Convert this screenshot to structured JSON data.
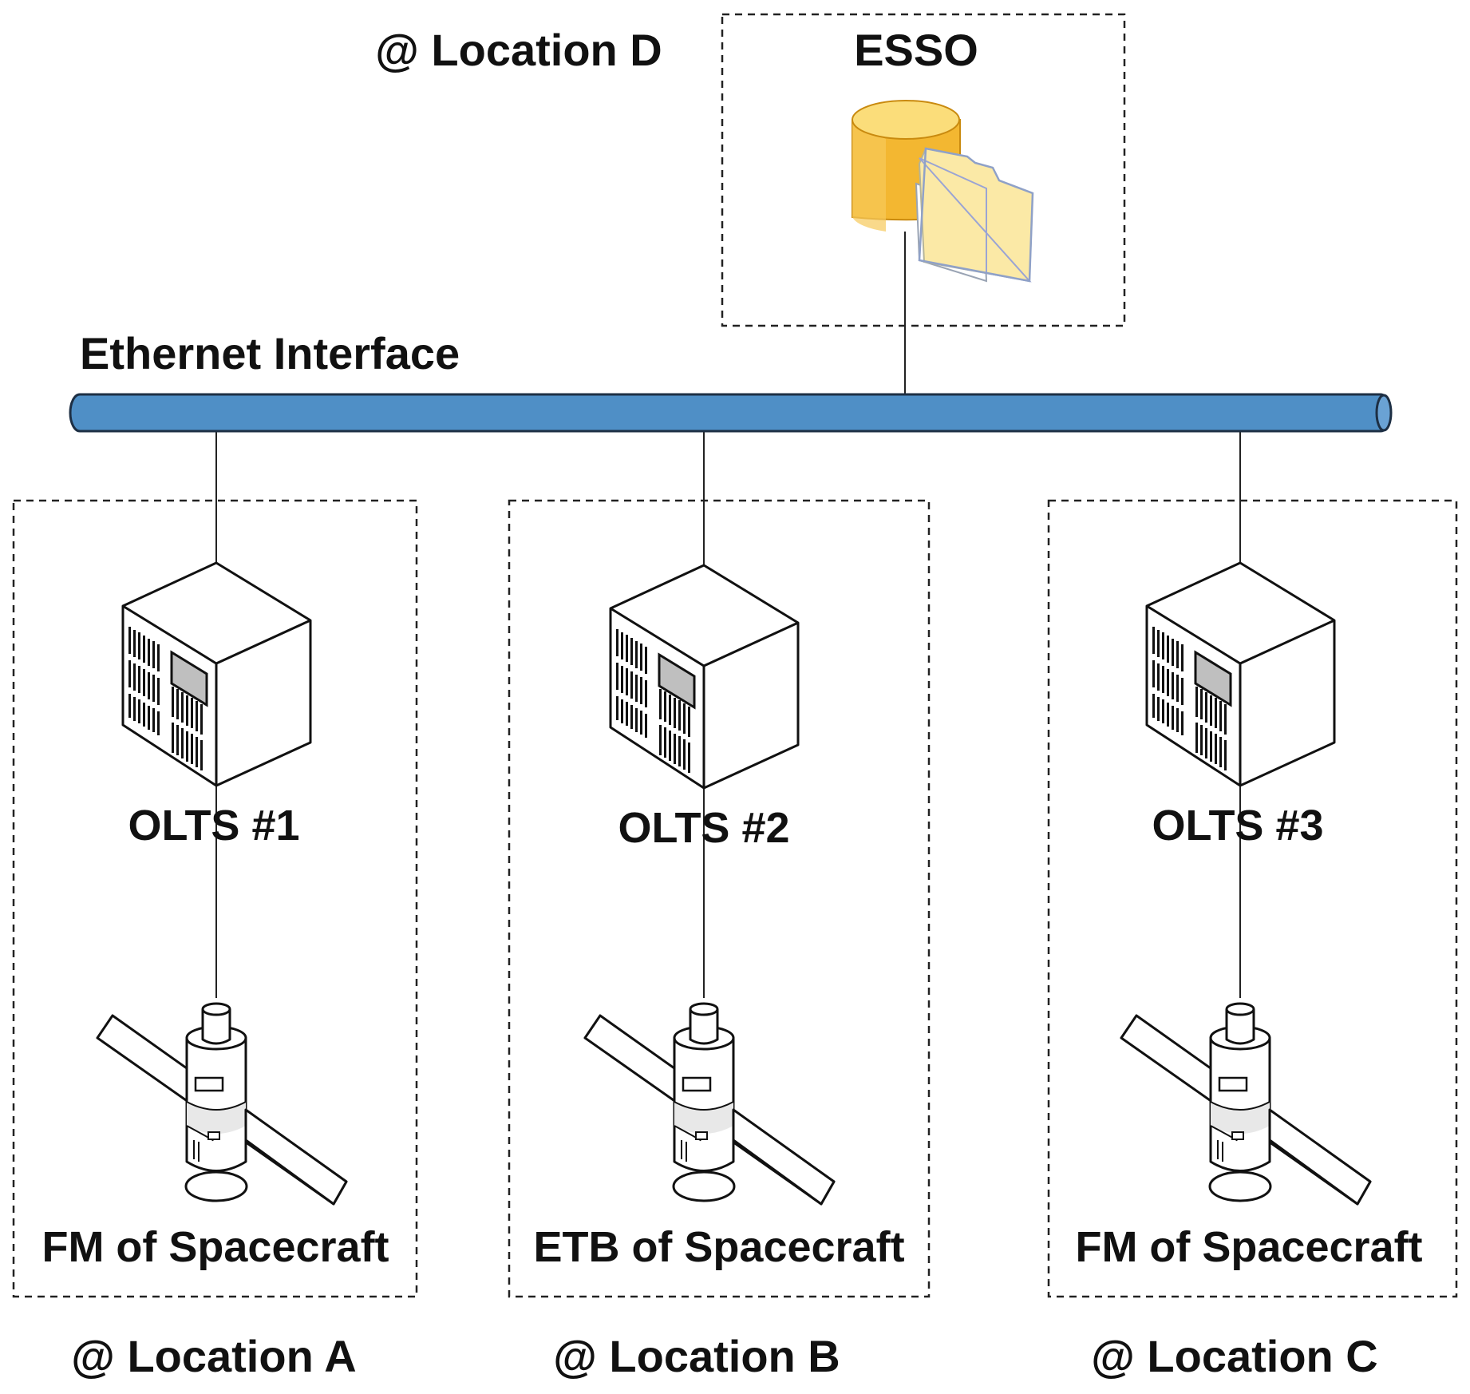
{
  "labels": {
    "location_d": "@ Location D",
    "esso": "ESSO",
    "ethernet": "Ethernet Interface",
    "location_a": "@ Location A",
    "location_b": "@ Location B",
    "location_c": "@ Location C"
  },
  "nodes": [
    {
      "olts": "OLTS #1",
      "spacecraft": "FM of Spacecraft"
    },
    {
      "olts": "OLTS #2",
      "spacecraft": "ETB of Spacecraft"
    },
    {
      "olts": "OLTS #3",
      "spacecraft": "FM of Spacecraft"
    }
  ],
  "colors": {
    "bus": "#4f8fc6",
    "database": "#f3b731",
    "folder": "#fbe9a6"
  },
  "icons": {
    "esso": "database-with-folder-icon",
    "olts": "server-tower-icon",
    "spacecraft": "satellite-icon"
  }
}
